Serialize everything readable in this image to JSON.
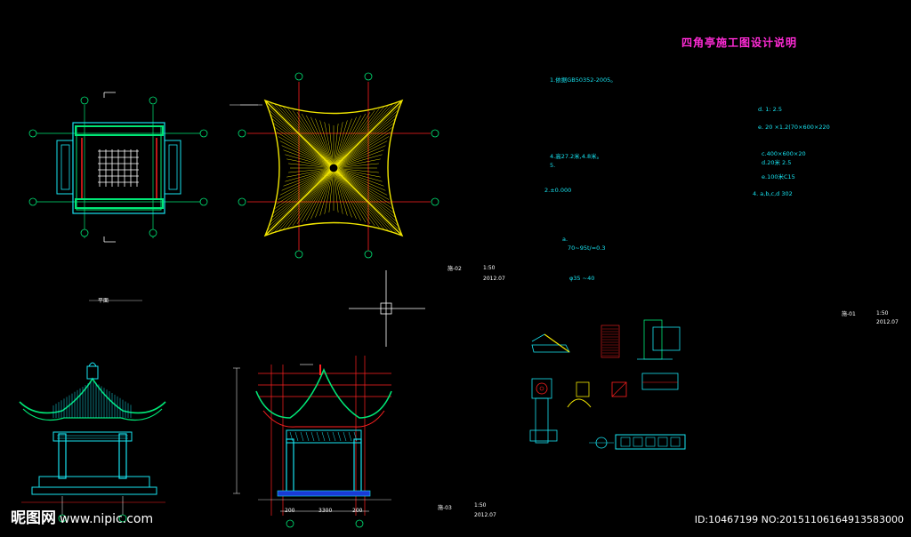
{
  "title": "四角亭施工图设计说明",
  "notes_left": [
    "1.依据GB50352-2005。",
    "4.高27.2米,4.8米。",
    "5.",
    "2.±0.000",
    "a.",
    "70~95t/=0.3",
    "φ35 ~40"
  ],
  "notes_right": [
    "d. 1: 2.5",
    "e. 20 ×1.2(70×600×220",
    "c.400×600×20",
    "d.20米 2.5",
    "e.100米C15",
    "4. a,b,c,d 302"
  ],
  "drawing_labels": {
    "plan_caption": "平面",
    "scale_1": "1:50",
    "date_1": "2012.07",
    "scale_2": "1:50",
    "date_2": "2012.07",
    "scale_3": "1:50",
    "date_3": "2012.07",
    "sheet_1": "施-02",
    "sheet_2": "施-03",
    "sheet_3": "施-01",
    "dim_1": "200",
    "dim_2": "3300",
    "dim_3": "200"
  },
  "watermark_left": "昵图网",
  "watermark_url": "www.nipic.com",
  "watermark_id": "ID:10467199 NO:20151106164913583000",
  "colors": {
    "background": "#000000",
    "title": "#ff2bd6",
    "notes": "#18e3f0",
    "axis": "#ff2020",
    "roof": "#f2e600",
    "column": "#00e676",
    "wall": "#18e3f0",
    "white": "#ffffff"
  }
}
